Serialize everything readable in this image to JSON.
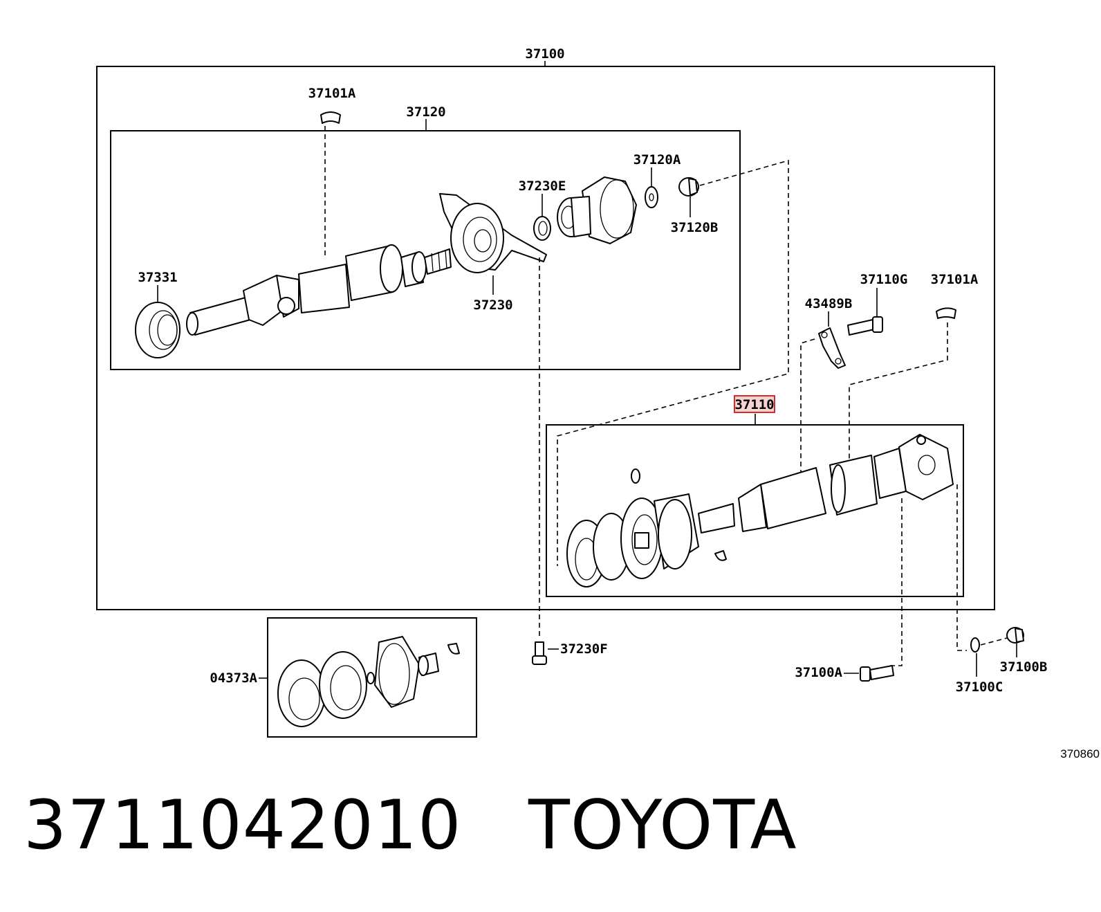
{
  "diagram": {
    "callouts": {
      "assembly": "37100",
      "cover_top": "37101A",
      "rear_shaft": "37120",
      "washer_a": "37120A",
      "nut_b": "37120B",
      "ring_e": "37230E",
      "bearing": "37230",
      "seal": "37331",
      "bolt_g": "37110G",
      "cover_right": "37101A",
      "plate": "43489B",
      "front_shaft": "37110",
      "bolt_f": "37230F",
      "joint_kit": "04373A",
      "bolt_a": "37100A",
      "nut_100b": "37100B",
      "washer_100c": "37100C"
    },
    "reference_code": "370860"
  },
  "part_number": "3711042010",
  "brand": "TOYOTA",
  "colors": {
    "highlight": "#d62b2b",
    "highlight_fill": "#f6d2d2"
  }
}
